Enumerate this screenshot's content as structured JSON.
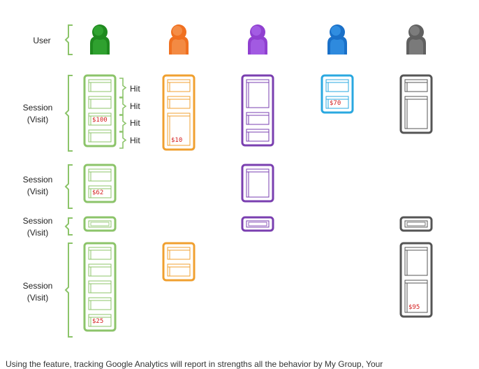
{
  "labels": {
    "user": "User",
    "hit": "Hit",
    "session_line1": "Session",
    "session_line2": "(Visit)"
  },
  "colors": {
    "green": "#8cc46a",
    "orange": "#f0a030",
    "purple": "#7a3fb0",
    "blue": "#2aa8e0",
    "gray": "#555555",
    "bracket": "#8cc46a",
    "price": "#d42020"
  },
  "users": [
    {
      "name": "green-user",
      "color": "#1f8a1f",
      "light": "#3cb43c"
    },
    {
      "name": "orange-user",
      "color": "#f07020",
      "light": "#f6a060"
    },
    {
      "name": "purple-user",
      "color": "#9040d0",
      "light": "#b070f0"
    },
    {
      "name": "blue-user",
      "color": "#1a70c8",
      "light": "#40a0f0"
    },
    {
      "name": "gray-user",
      "color": "#606060",
      "light": "#909090"
    }
  ],
  "session_rows": [
    {
      "cells": [
        {
          "user": 0,
          "hits": [
            {
              "t": "small"
            },
            {
              "t": "small"
            },
            {
              "t": "small",
              "price": "$100"
            },
            {
              "t": "small"
            }
          ]
        },
        {
          "user": 1,
          "hits": [
            {
              "t": "small"
            },
            {
              "t": "small"
            },
            {
              "t": "tall",
              "price": "$10"
            }
          ]
        },
        {
          "user": 2,
          "hits": [
            {
              "t": "big"
            },
            {
              "t": "small"
            },
            {
              "t": "small"
            }
          ]
        },
        {
          "user": 3,
          "hits": [
            {
              "t": "small"
            },
            {
              "t": "small",
              "price": "$70"
            }
          ]
        },
        {
          "user": 4,
          "hits": [
            {
              "t": "small"
            },
            {
              "t": "tall"
            }
          ]
        }
      ]
    },
    {
      "cells": [
        {
          "user": 0,
          "hits": [
            {
              "t": "small"
            },
            {
              "t": "small",
              "price": "$62"
            }
          ]
        },
        {
          "user": 2,
          "hits": [
            {
              "t": "big"
            }
          ]
        }
      ]
    },
    {
      "cells": [
        {
          "user": 0,
          "hits": [
            {
              "t": "bar"
            }
          ]
        },
        {
          "user": 2,
          "hits": [
            {
              "t": "bar"
            }
          ]
        },
        {
          "user": 4,
          "hits": [
            {
              "t": "bar"
            }
          ]
        }
      ]
    },
    {
      "cells": [
        {
          "user": 0,
          "hits": [
            {
              "t": "small"
            },
            {
              "t": "small"
            },
            {
              "t": "small"
            },
            {
              "t": "small"
            },
            {
              "t": "small",
              "price": "$25"
            }
          ]
        },
        {
          "user": 1,
          "hits": [
            {
              "t": "small"
            },
            {
              "t": "small"
            }
          ]
        },
        {
          "user": 4,
          "hits": [
            {
              "t": "big"
            },
            {
              "t": "tall",
              "price": "$95"
            }
          ]
        }
      ]
    }
  ],
  "caption": "Using the feature, tracking Google Analytics will report in strengths all the behavior by My Group, Your"
}
